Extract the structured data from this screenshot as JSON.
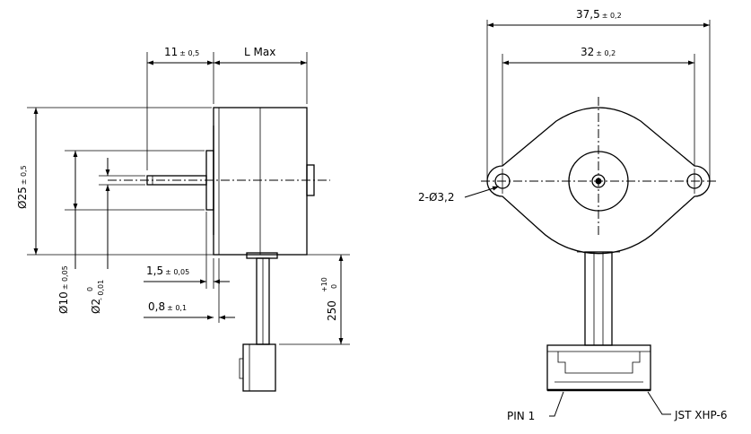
{
  "side_view": {
    "dim_shaft_length": {
      "value": "11",
      "tol": "± 0,5"
    },
    "dim_body_length": "L Max",
    "dim_body_dia": {
      "prefix": "Ø25",
      "tol": "± 0,5"
    },
    "dim_boss_dia": {
      "prefix": "Ø10",
      "tol": "± 0,05"
    },
    "dim_shaft_dia": {
      "prefix": "Ø2",
      "tol_upper": "0",
      "tol_lower": "- 0,01"
    },
    "dim_flange_thickness": {
      "value": "1,5",
      "tol": "± 0,05"
    },
    "dim_boss_height": {
      "value": "0,8",
      "tol": "± 0,1"
    },
    "dim_lead_length": {
      "value": "250",
      "tol_upper": "+10",
      "tol_lower": "0"
    }
  },
  "front_view": {
    "dim_overall_width": {
      "value": "37,5",
      "tol": "± 0,2"
    },
    "dim_hole_spacing": {
      "value": "32",
      "tol": "± 0,2"
    },
    "callout_holes": "2-Ø3,2",
    "callout_pin": "PIN 1",
    "callout_connector": "JST XHP-6"
  }
}
